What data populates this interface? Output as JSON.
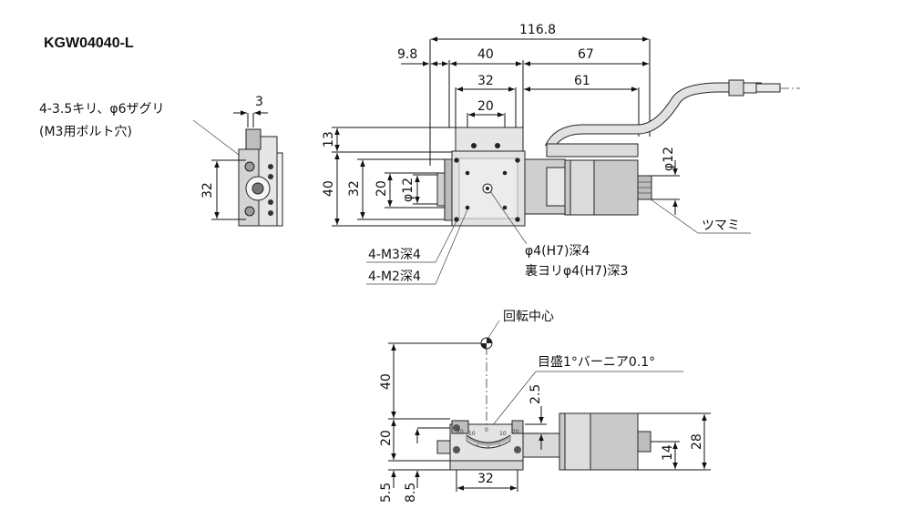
{
  "title": "KGW04040-L",
  "colors": {
    "line": "#111111",
    "body_light": "#e8e8e8",
    "body_mid": "#cfcfcf",
    "body_dark": "#9a9a9a",
    "background": "#ffffff"
  },
  "side_view": {
    "note_line1": "4-3.5キリ、φ6ザグリ",
    "note_line2": "(M3用ボルト穴)",
    "dim_width": "3",
    "dim_height": "32"
  },
  "top_view": {
    "dim_overall": "116.8",
    "dim_offset": "9.8",
    "dim_stage": "40",
    "dim_motor": "67",
    "dim_holes_outer": "32",
    "dim_motor_inner": "61",
    "dim_holes_inner": "20",
    "dim_v13": "13",
    "dim_v40": "40",
    "dim_v32": "32",
    "dim_v20": "20",
    "dim_phi12_left": "φ12",
    "dim_phi12_right": "φ12",
    "label_knob": "ツマミ",
    "label_m3": "4-M3深4",
    "label_m2": "4-M2深4",
    "label_pin1": "φ4(H7)深4",
    "label_pin2": "裏ヨリφ4(H7)深3"
  },
  "front_view": {
    "label_center": "回転中心",
    "label_scale": "目盛1°バーニア0.1°",
    "dim_v40": "40",
    "dim_v20": "20",
    "dim_v5_5": "5.5",
    "dim_v8_5": "8.5",
    "dim_32": "32",
    "dim_2_5": "2.5",
    "dim_14": "14",
    "dim_28": "28",
    "scale_marks": [
      "20",
      "10",
      "0",
      "10",
      "20"
    ]
  }
}
